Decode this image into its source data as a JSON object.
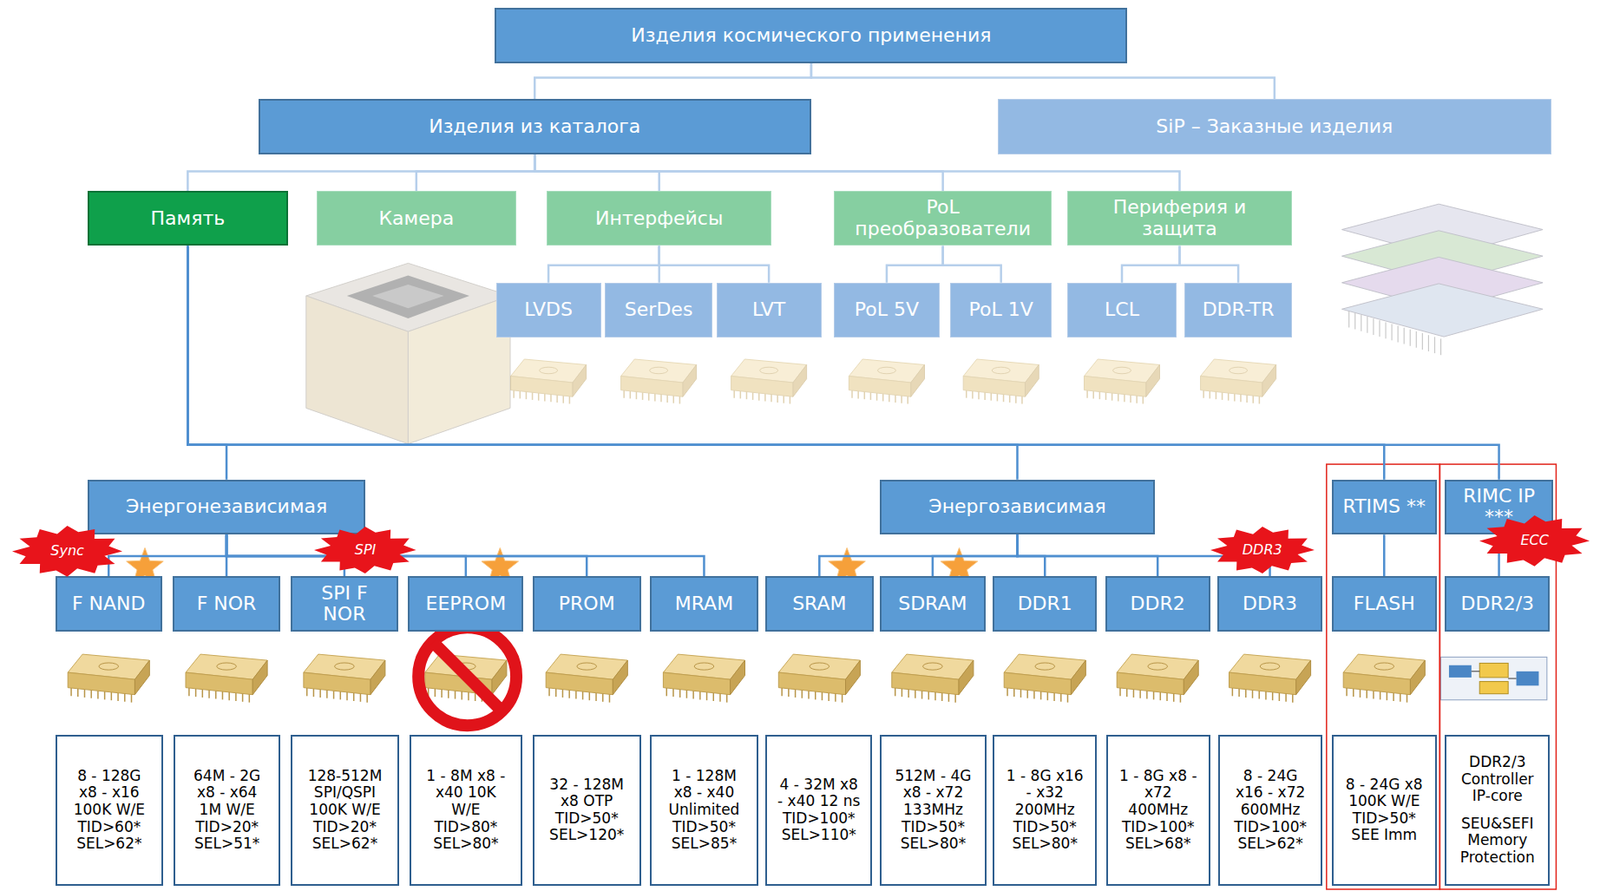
{
  "diagram": {
    "nodes": [
      {
        "text": [
          "Изделия космического применения"
        ]
      },
      {
        "text": [
          "Изделия из каталога"
        ]
      },
      {
        "text": [
          "SiP – Заказные изделия"
        ]
      },
      {
        "text": [
          "Память"
        ]
      },
      {
        "text": [
          "Камера"
        ]
      },
      {
        "text": [
          "Интерфейсы"
        ]
      },
      {
        "text": [
          "PoL преобразователи"
        ]
      },
      {
        "text": [
          "Периферия и защита"
        ]
      },
      {
        "text": [
          "LVDS"
        ]
      },
      {
        "text": [
          "SerDes"
        ]
      },
      {
        "text": [
          "LVT"
        ]
      },
      {
        "text": [
          "PoL 5V"
        ]
      },
      {
        "text": [
          "PoL 1V"
        ]
      },
      {
        "text": [
          "LCL"
        ]
      },
      {
        "text": [
          "DDR-TR"
        ]
      },
      {
        "text": [
          "Энергонезависимая"
        ]
      },
      {
        "text": [
          "Энергозависимая"
        ]
      },
      {
        "text": [
          "RTIMS **"
        ]
      },
      {
        "text": [
          "RIMC IP ***"
        ]
      },
      {
        "text": [
          "F NAND"
        ]
      },
      {
        "text": [
          "F NOR"
        ]
      },
      {
        "text": [
          "SPI F NOR"
        ]
      },
      {
        "text": [
          "EEPROM"
        ]
      },
      {
        "text": [
          "PROM"
        ]
      },
      {
        "text": [
          "MRAM"
        ]
      },
      {
        "text": [
          "SRAM"
        ]
      },
      {
        "text": [
          "SDRAM"
        ]
      },
      {
        "text": [
          "DDR1"
        ]
      },
      {
        "text": [
          "DDR2"
        ]
      },
      {
        "text": [
          "DDR3"
        ]
      },
      {
        "text": [
          "FLASH"
        ]
      },
      {
        "text": [
          "DDR2/3"
        ]
      },
      {
        "text": [
          "8 - 128G x8 - x16 100K W/E TID>60* SEL>62*"
        ]
      },
      {
        "text": [
          "64M - 2G x8 - x64 1M W/E TID>20* SEL>51*"
        ]
      },
      {
        "text": [
          "128-512M SPI/QSPI 100K W/E TID>20* SEL>62*"
        ]
      },
      {
        "text": [
          "1 - 8M x8 - x40 10K W/E TID>80* SEL>80*"
        ]
      },
      {
        "text": [
          "32 - 128M x8 OTP TID>50* SEL>120*"
        ]
      },
      {
        "text": [
          "1 - 128M x8 - x40 Unlimited TID>50* SEL>85*"
        ]
      },
      {
        "text": [
          "4 - 32M x8 - x40 12 ns TID>100* SEL>110*"
        ]
      },
      {
        "text": [
          "512M - 4G x8 - x72 133MHz TID>50* SEL>80*"
        ]
      },
      {
        "text": [
          "1 - 8G x16 - x32 200MHz TID>50* SEL>80*"
        ]
      },
      {
        "text": [
          "1 - 8G x8 - x72 400MHz TID>100* SEL>68*"
        ]
      },
      {
        "text": [
          "8 - 24G x16 - x72 600MHz TID>100* SEL>62*"
        ]
      },
      {
        "text": [
          "8 - 24G x8 100K W/E TID>50* SEE Imm"
        ]
      },
      {
        "text": [
          "DDR2/3 Controller IP-core",
          "SEU&SEFI Memory Protection"
        ]
      },
      {
        "text": [
          "Sync"
        ]
      },
      {
        "text": [
          "SPI"
        ]
      },
      {
        "text": [
          "DDR3"
        ]
      },
      {
        "text": [
          "ECC"
        ]
      }
    ],
    "edges": [
      {
        "from": 0,
        "to": 1,
        "arrow": "none"
      },
      {
        "from": 0,
        "to": 2,
        "arrow": "none"
      },
      {
        "from": 1,
        "to": 3,
        "arrow": "none"
      },
      {
        "from": 1,
        "to": 4,
        "arrow": "none"
      },
      {
        "from": 1,
        "to": 5,
        "arrow": "none"
      },
      {
        "from": 1,
        "to": 6,
        "arrow": "none"
      },
      {
        "from": 1,
        "to": 7,
        "arrow": "none"
      },
      {
        "from": 5,
        "to": 8,
        "arrow": "none"
      },
      {
        "from": 5,
        "to": 9,
        "arrow": "none"
      },
      {
        "from": 5,
        "to": 10,
        "arrow": "none"
      },
      {
        "from": 6,
        "to": 11,
        "arrow": "none"
      },
      {
        "from": 6,
        "to": 12,
        "arrow": "none"
      },
      {
        "from": 7,
        "to": 13,
        "arrow": "none"
      },
      {
        "from": 7,
        "to": 14,
        "arrow": "none"
      },
      {
        "from": 3,
        "to": 15,
        "arrow": "none"
      },
      {
        "from": 3,
        "to": 16,
        "arrow": "none"
      },
      {
        "from": 3,
        "to": 17,
        "arrow": "none"
      },
      {
        "from": 3,
        "to": 18,
        "arrow": "none"
      },
      {
        "from": 15,
        "to": 19,
        "arrow": "none"
      },
      {
        "from": 15,
        "to": 20,
        "arrow": "none"
      },
      {
        "from": 15,
        "to": 21,
        "arrow": "none"
      },
      {
        "from": 15,
        "to": 22,
        "arrow": "none"
      },
      {
        "from": 15,
        "to": 23,
        "arrow": "none"
      },
      {
        "from": 15,
        "to": 24,
        "arrow": "none"
      },
      {
        "from": 16,
        "to": 25,
        "arrow": "none"
      },
      {
        "from": 16,
        "to": 26,
        "arrow": "none"
      },
      {
        "from": 16,
        "to": 27,
        "arrow": "none"
      },
      {
        "from": 16,
        "to": 28,
        "arrow": "none"
      },
      {
        "from": 16,
        "to": 29,
        "arrow": "none"
      },
      {
        "from": 17,
        "to": 30,
        "arrow": "none"
      },
      {
        "from": 18,
        "to": 31,
        "arrow": "none"
      }
    ]
  }
}
